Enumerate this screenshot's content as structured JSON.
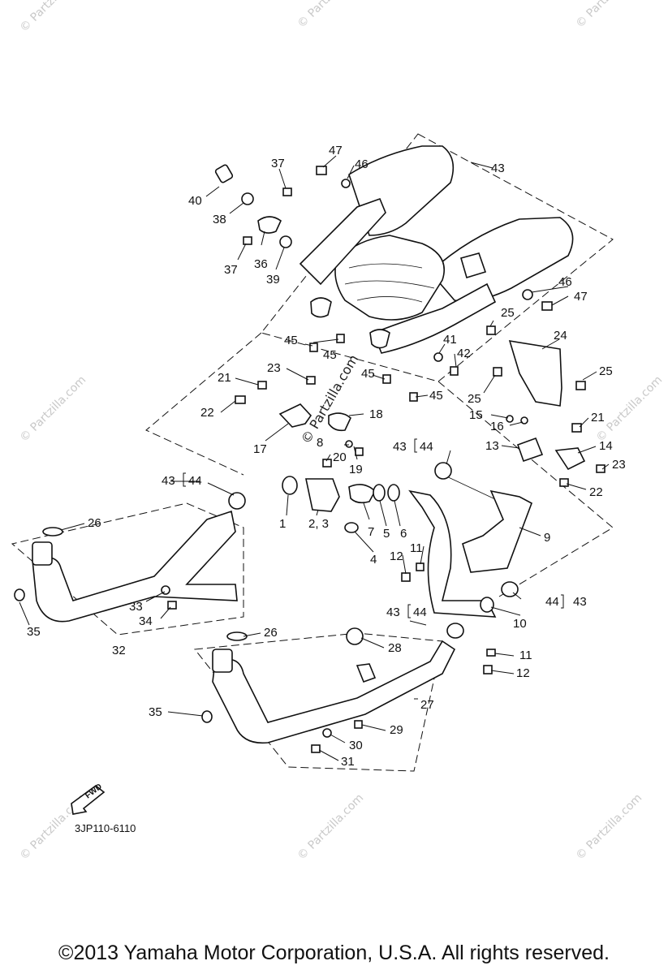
{
  "diagram": {
    "labels": [
      "1",
      "2, 3",
      "4",
      "5",
      "6",
      "7",
      "8",
      "9",
      "10",
      "11",
      "12",
      "13",
      "14",
      "15",
      "16",
      "17",
      "18",
      "19",
      "20",
      "21",
      "22",
      "23",
      "24",
      "25",
      "26",
      "27",
      "28",
      "29",
      "30",
      "31",
      "32",
      "33",
      "34",
      "35",
      "36",
      "37",
      "38",
      "39",
      "40",
      "41",
      "42",
      "43",
      "44",
      "45",
      "46",
      "47"
    ],
    "catalog_code": "3JP110-6110",
    "direction_label": "FWD",
    "watermark": "© Partzilla.com",
    "copyright": "©2013  Yamaha Motor Corporation, U.S.A. All rights reserved."
  }
}
